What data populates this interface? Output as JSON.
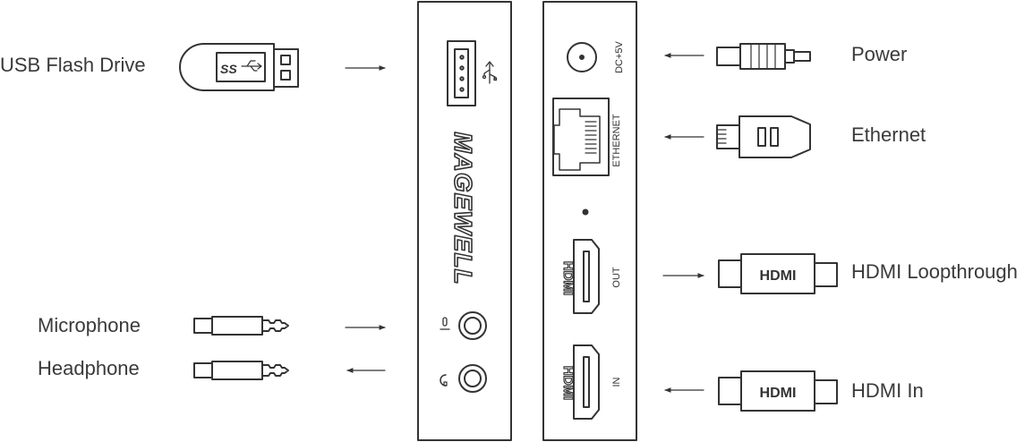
{
  "labels": {
    "usb_flash_drive": "USB Flash Drive",
    "microphone": "Microphone",
    "headphone": "Headphone",
    "power": "Power",
    "ethernet": "Ethernet",
    "hdmi_loopthrough": "HDMI Loopthrough",
    "hdmi_in": "HDMI In"
  },
  "device": {
    "brand": "MAGEWELL",
    "port_dc": "DC+5V",
    "port_ethernet": "ETHERNET",
    "port_out": "OUT",
    "port_in": "IN",
    "usb_ss_text": "SS",
    "hdmi_plug_text": "HDMI"
  },
  "colors": {
    "stroke": "#333333",
    "text": "#3a3a3a"
  }
}
